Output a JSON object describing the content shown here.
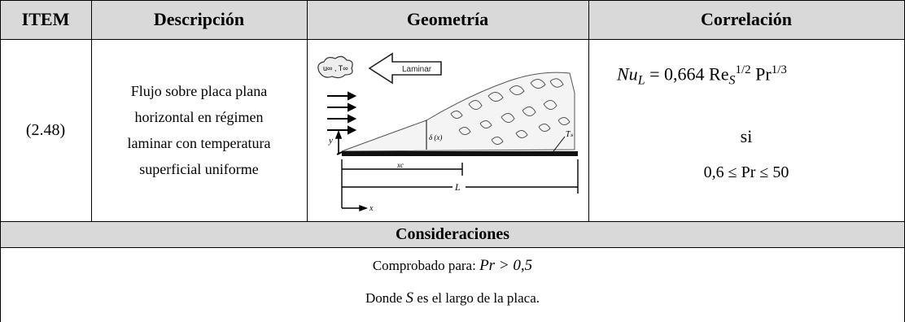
{
  "header": {
    "item": "ITEM",
    "descripcion": "Descripción",
    "geometria": "Geometría",
    "correlacion": "Correlación"
  },
  "row": {
    "item": "(2.48)",
    "descripcion_lines": [
      "Flujo sobre placa plana",
      "horizontal en régimen",
      "laminar con temperatura",
      "superficial uniforme"
    ],
    "geometry": {
      "arrow_label": "Laminar",
      "freestream_label": "u∞ , T∞",
      "y_label": "y",
      "x_label": "x",
      "delta_label": "δ (x)",
      "ts_label": "Tₛ",
      "xc_label": "xc",
      "l_label": "L"
    },
    "correlacion": {
      "lhs": "Nu",
      "lhs_sub": "L",
      "equals": "= 0,664",
      "re": "Re",
      "re_sub": "S",
      "re_exp": "1/2",
      "pr": "Pr",
      "pr_exp": "1/3",
      "si": "si",
      "range": "0,6 ≤ Pr ≤ 50"
    }
  },
  "consideraciones": {
    "title": "Consideraciones",
    "line1_text": "Comprobado para:",
    "line1_math": "Pr > 0,5",
    "line2_pre": "Donde",
    "line2_var": "S",
    "line2_post": "es el largo de la placa."
  }
}
